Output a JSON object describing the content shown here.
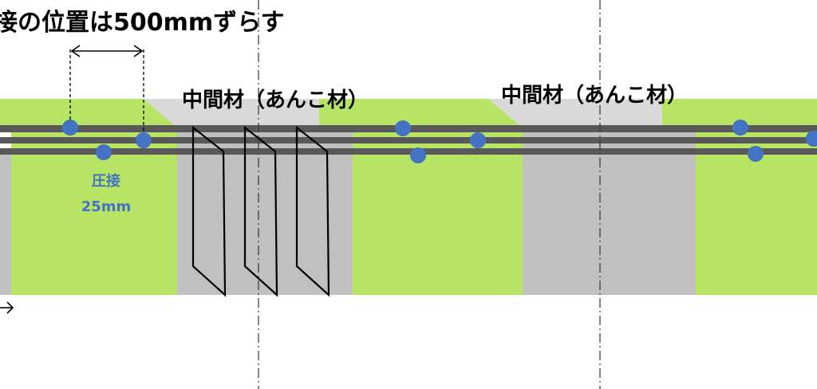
{
  "title": "接の位置は500mmずらす",
  "middle_label_1": "中間材（あんこ材）",
  "middle_label_2": "中間材（あんこ材）",
  "weld_label_line1": "圧接",
  "weld_label_line2": "25mm",
  "colors": {
    "green_block": "#b8e466",
    "gray_block": "#c0c0c0",
    "gray_top": "#d9d9d9",
    "rebar": "#595959",
    "weld_dot": "#4472c4",
    "weld_text": "#4472c4",
    "line": "#000000"
  }
}
